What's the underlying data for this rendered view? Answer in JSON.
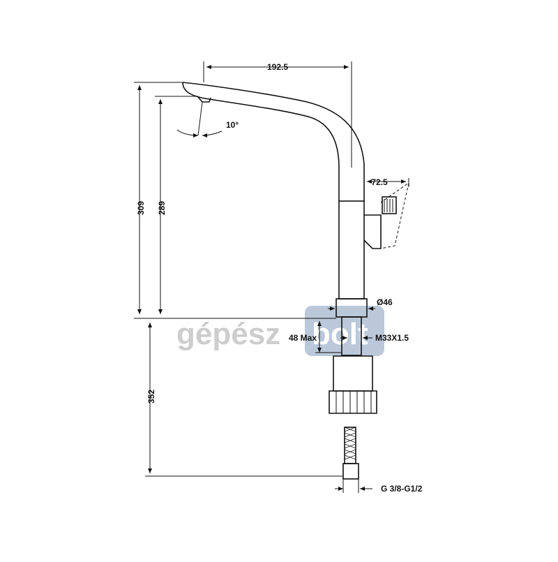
{
  "dimensions": {
    "spout_reach": "192.5",
    "handle_offset": "72.5",
    "total_height": "309",
    "spout_height": "289",
    "tilt_angle": "10°",
    "body_diameter": "Ø46",
    "max_deck_thickness": "48 Max",
    "thread": "M33X1.5",
    "hose_length": "352",
    "hose_connection": "G 3/8-G1/2"
  },
  "watermark": {
    "left": "gépész",
    "right": "bolt"
  },
  "colors": {
    "line": "#111111",
    "watermark_text": "#c8c8c8",
    "watermark_box": "#b3c3d6"
  }
}
